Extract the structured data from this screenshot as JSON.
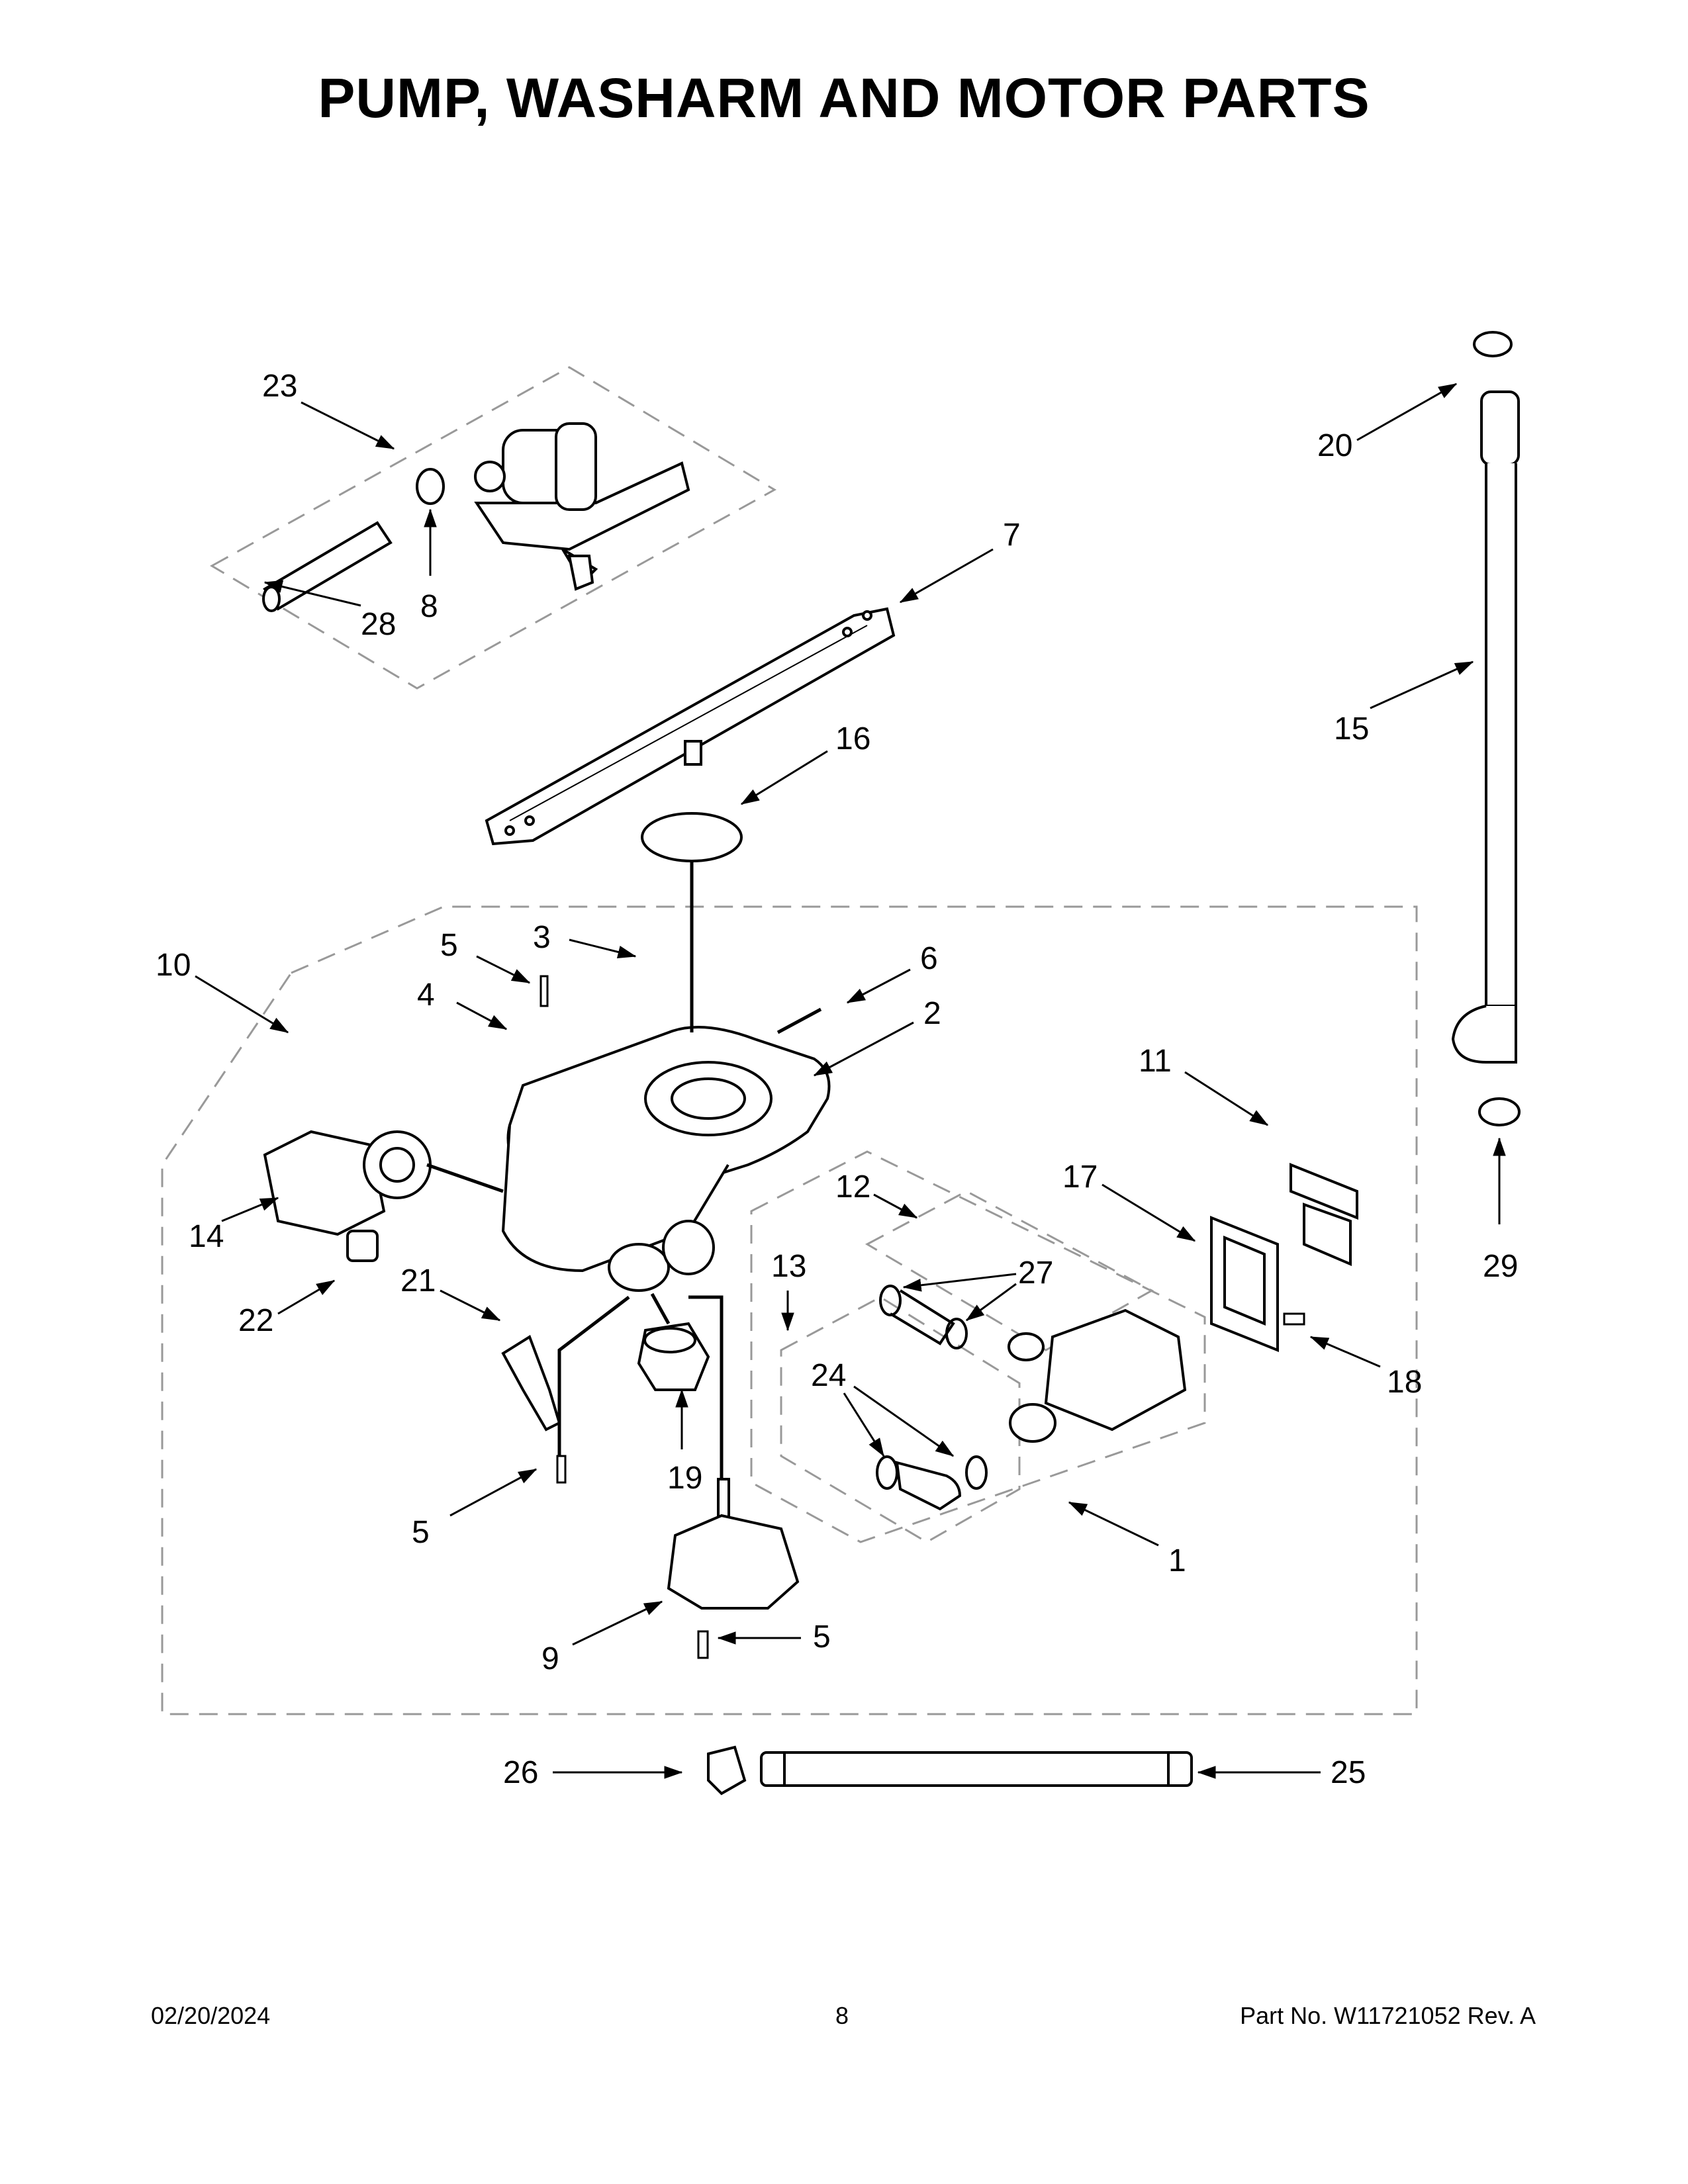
{
  "page": {
    "title": "PUMP, WASHARM AND MOTOR PARTS",
    "footer": {
      "date": "02/20/2024",
      "page_number": "8",
      "part_info": "Part No.  W11721052  Rev.  A"
    }
  },
  "callouts": [
    {
      "id": "c23",
      "label": "23"
    },
    {
      "id": "c28",
      "label": "28"
    },
    {
      "id": "c8a",
      "label": "8"
    },
    {
      "id": "c7",
      "label": "7"
    },
    {
      "id": "c16",
      "label": "16"
    },
    {
      "id": "c20",
      "label": "20"
    },
    {
      "id": "c15",
      "label": "15"
    },
    {
      "id": "c29",
      "label": "29"
    },
    {
      "id": "c10",
      "label": "10"
    },
    {
      "id": "c5a",
      "label": "5"
    },
    {
      "id": "c3",
      "label": "3"
    },
    {
      "id": "c4",
      "label": "4"
    },
    {
      "id": "c6",
      "label": "6"
    },
    {
      "id": "c2",
      "label": "2"
    },
    {
      "id": "c11",
      "label": "11"
    },
    {
      "id": "c17",
      "label": "17"
    },
    {
      "id": "c12",
      "label": "12"
    },
    {
      "id": "c13",
      "label": "13"
    },
    {
      "id": "c27",
      "label": "27"
    },
    {
      "id": "c14",
      "label": "14"
    },
    {
      "id": "c22",
      "label": "22"
    },
    {
      "id": "c21",
      "label": "21"
    },
    {
      "id": "c24",
      "label": "24"
    },
    {
      "id": "c18",
      "label": "18"
    },
    {
      "id": "c19",
      "label": "19"
    },
    {
      "id": "c5b",
      "label": "5"
    },
    {
      "id": "c1",
      "label": "1"
    },
    {
      "id": "c9",
      "label": "9"
    },
    {
      "id": "c5c",
      "label": "5"
    },
    {
      "id": "c26",
      "label": "26"
    },
    {
      "id": "c25",
      "label": "25"
    }
  ]
}
